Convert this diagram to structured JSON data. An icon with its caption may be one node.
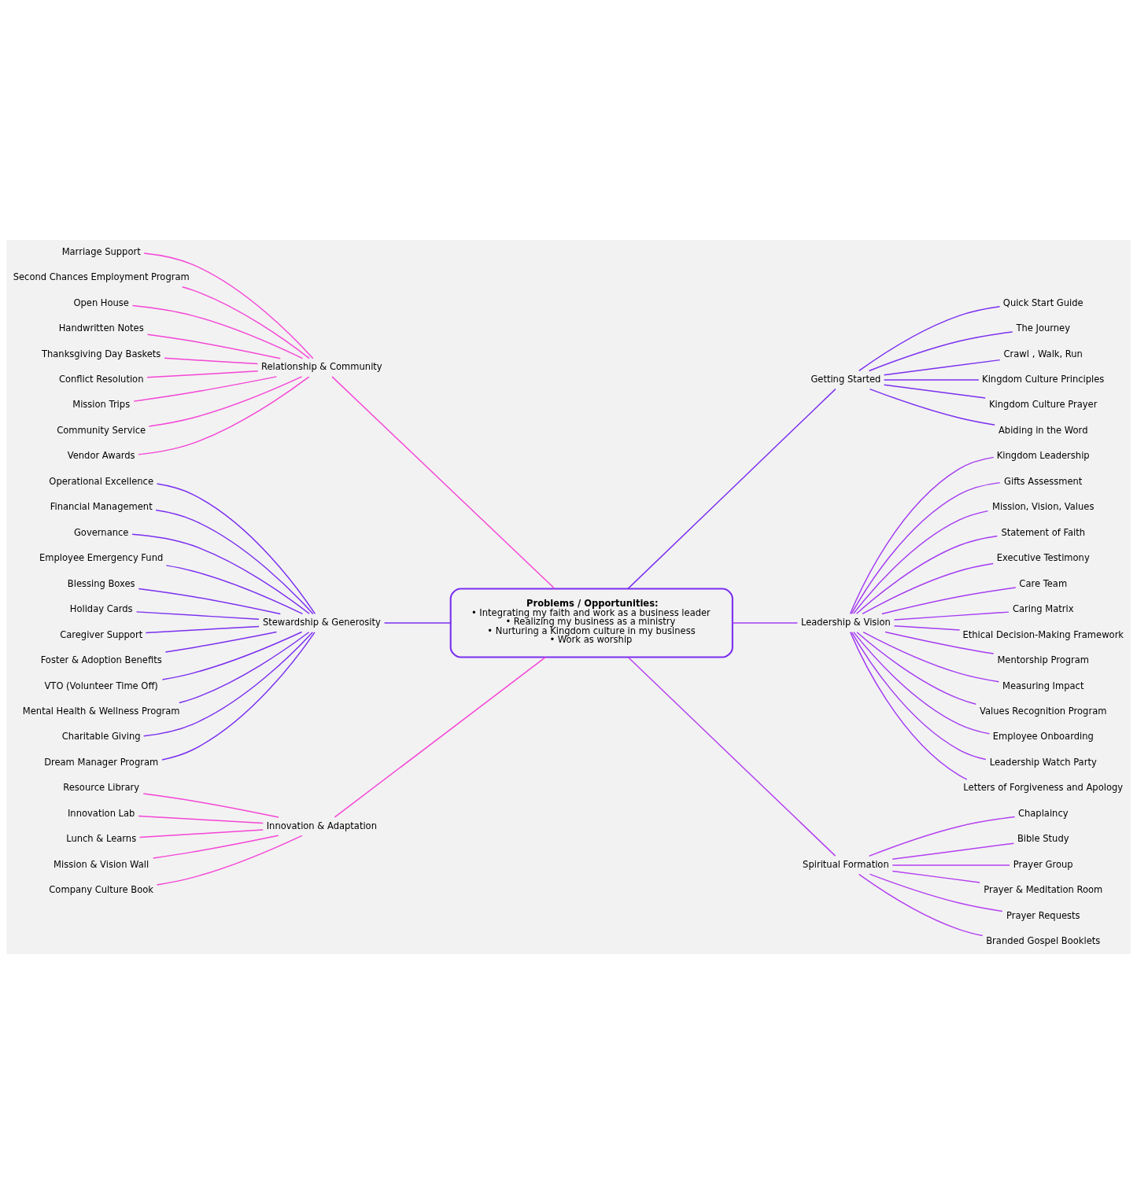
{
  "diagram": {
    "nodes": [
      {
        "text": [
          "Problems / Opportunities:",
          "• Integrating my faith and work as a business leader",
          "• Realizing my business as a ministry",
          "• Nurturing a Kingdom culture in my business",
          "• Work as worship"
        ]
      },
      {
        "text": [
          "Relationship & Community"
        ]
      },
      {
        "text": [
          "Marriage Support"
        ]
      },
      {
        "text": [
          "Second Chances Employment Program"
        ]
      },
      {
        "text": [
          "Open House"
        ]
      },
      {
        "text": [
          "Handwritten Notes"
        ]
      },
      {
        "text": [
          "Thanksgiving Day Baskets"
        ]
      },
      {
        "text": [
          "Conflict Resolution"
        ]
      },
      {
        "text": [
          "Mission Trips"
        ]
      },
      {
        "text": [
          "Community Service"
        ]
      },
      {
        "text": [
          "Vendor Awards"
        ]
      },
      {
        "text": [
          "Stewardship & Generosity"
        ]
      },
      {
        "text": [
          "Operational Excellence"
        ]
      },
      {
        "text": [
          "Financial Management"
        ]
      },
      {
        "text": [
          "Governance"
        ]
      },
      {
        "text": [
          "Employee Emergency Fund"
        ]
      },
      {
        "text": [
          "Blessing Boxes"
        ]
      },
      {
        "text": [
          "Holiday Cards"
        ]
      },
      {
        "text": [
          "Caregiver Support"
        ]
      },
      {
        "text": [
          "Foster & Adoption Benefits"
        ]
      },
      {
        "text": [
          "VTO (Volunteer Time Off)"
        ]
      },
      {
        "text": [
          "Mental Health & Wellness Program"
        ]
      },
      {
        "text": [
          "Charitable Giving"
        ]
      },
      {
        "text": [
          "Dream Manager Program"
        ]
      },
      {
        "text": [
          "Innovation & Adaptation"
        ]
      },
      {
        "text": [
          "Resource Library"
        ]
      },
      {
        "text": [
          "Innovation Lab"
        ]
      },
      {
        "text": [
          "Lunch & Learns"
        ]
      },
      {
        "text": [
          "Mission & Vision Wall"
        ]
      },
      {
        "text": [
          "Company Culture Book"
        ]
      },
      {
        "text": [
          "Getting Started"
        ]
      },
      {
        "text": [
          "Quick Start Guide"
        ]
      },
      {
        "text": [
          "The Journey"
        ]
      },
      {
        "text": [
          "Crawl , Walk, Run"
        ]
      },
      {
        "text": [
          "Kingdom Culture Principles"
        ]
      },
      {
        "text": [
          "Kingdom Culture Prayer"
        ]
      },
      {
        "text": [
          "Abiding in the Word"
        ]
      },
      {
        "text": [
          "Leadership & Vision"
        ]
      },
      {
        "text": [
          "Kingdom Leadership"
        ]
      },
      {
        "text": [
          "Gifts Assessment"
        ]
      },
      {
        "text": [
          "Mission, Vision, Values"
        ]
      },
      {
        "text": [
          "Statement of Faith"
        ]
      },
      {
        "text": [
          "Executive Testimony"
        ]
      },
      {
        "text": [
          "Care Team"
        ]
      },
      {
        "text": [
          "Caring Matrix"
        ]
      },
      {
        "text": [
          "Ethical Decision-Making Framework"
        ]
      },
      {
        "text": [
          "Mentorship Program"
        ]
      },
      {
        "text": [
          "Measuring Impact"
        ]
      },
      {
        "text": [
          "Values Recognition Program"
        ]
      },
      {
        "text": [
          "Employee Onboarding"
        ]
      },
      {
        "text": [
          "Leadership Watch Party"
        ]
      },
      {
        "text": [
          "Letters of Forgiveness and Apology"
        ]
      },
      {
        "text": [
          "Spiritual Formation"
        ]
      },
      {
        "text": [
          "Chaplaincy"
        ]
      },
      {
        "text": [
          "Bible Study"
        ]
      },
      {
        "text": [
          "Prayer Group"
        ]
      },
      {
        "text": [
          "Prayer & Meditation Room"
        ]
      },
      {
        "text": [
          "Prayer Requests"
        ]
      },
      {
        "text": [
          "Branded Gospel Booklets"
        ]
      }
    ],
    "edges": [
      {
        "from": 0,
        "to": 1,
        "arrow": "none",
        "color": "#f545d6"
      },
      {
        "from": 1,
        "to": 2,
        "arrow": "none",
        "color": "#f545d6"
      },
      {
        "from": 1,
        "to": 3,
        "arrow": "none",
        "color": "#f545d6"
      },
      {
        "from": 1,
        "to": 4,
        "arrow": "none",
        "color": "#f545d6"
      },
      {
        "from": 1,
        "to": 5,
        "arrow": "none",
        "color": "#f545d6"
      },
      {
        "from": 1,
        "to": 6,
        "arrow": "none",
        "color": "#f545d6"
      },
      {
        "from": 1,
        "to": 7,
        "arrow": "none",
        "color": "#f545d6"
      },
      {
        "from": 1,
        "to": 8,
        "arrow": "none",
        "color": "#f545d6"
      },
      {
        "from": 1,
        "to": 9,
        "arrow": "none",
        "color": "#f545d6"
      },
      {
        "from": 1,
        "to": 10,
        "arrow": "none",
        "color": "#f545d6"
      },
      {
        "from": 0,
        "to": 11,
        "arrow": "none",
        "color": "#7b2ff0"
      },
      {
        "from": 11,
        "to": 12,
        "arrow": "none",
        "color": "#7b2ff0"
      },
      {
        "from": 11,
        "to": 13,
        "arrow": "none",
        "color": "#7b2ff0"
      },
      {
        "from": 11,
        "to": 14,
        "arrow": "none",
        "color": "#7b2ff0"
      },
      {
        "from": 11,
        "to": 15,
        "arrow": "none",
        "color": "#7b2ff0"
      },
      {
        "from": 11,
        "to": 16,
        "arrow": "none",
        "color": "#7b2ff0"
      },
      {
        "from": 11,
        "to": 17,
        "arrow": "none",
        "color": "#7b2ff0"
      },
      {
        "from": 11,
        "to": 18,
        "arrow": "none",
        "color": "#7b2ff0"
      },
      {
        "from": 11,
        "to": 19,
        "arrow": "none",
        "color": "#7b2ff0"
      },
      {
        "from": 11,
        "to": 20,
        "arrow": "none",
        "color": "#7b2ff0"
      },
      {
        "from": 11,
        "to": 21,
        "arrow": "none",
        "color": "#7b2ff0"
      },
      {
        "from": 11,
        "to": 22,
        "arrow": "none",
        "color": "#7b2ff0"
      },
      {
        "from": 11,
        "to": 23,
        "arrow": "none",
        "color": "#7b2ff0"
      },
      {
        "from": 0,
        "to": 24,
        "arrow": "none",
        "color": "#f545d6"
      },
      {
        "from": 24,
        "to": 25,
        "arrow": "none",
        "color": "#f545d6"
      },
      {
        "from": 24,
        "to": 26,
        "arrow": "none",
        "color": "#f545d6"
      },
      {
        "from": 24,
        "to": 27,
        "arrow": "none",
        "color": "#f545d6"
      },
      {
        "from": 24,
        "to": 28,
        "arrow": "none",
        "color": "#f545d6"
      },
      {
        "from": 24,
        "to": 29,
        "arrow": "none",
        "color": "#f545d6"
      },
      {
        "from": 0,
        "to": 30,
        "arrow": "none",
        "color": "#7b2ff0"
      },
      {
        "from": 30,
        "to": 31,
        "arrow": "none",
        "color": "#7b2ff0"
      },
      {
        "from": 30,
        "to": 32,
        "arrow": "none",
        "color": "#7b2ff0"
      },
      {
        "from": 30,
        "to": 33,
        "arrow": "none",
        "color": "#7b2ff0"
      },
      {
        "from": 30,
        "to": 34,
        "arrow": "none",
        "color": "#7b2ff0"
      },
      {
        "from": 30,
        "to": 35,
        "arrow": "none",
        "color": "#7b2ff0"
      },
      {
        "from": 30,
        "to": 36,
        "arrow": "none",
        "color": "#7b2ff0"
      },
      {
        "from": 0,
        "to": 37,
        "arrow": "none",
        "color": "#a43cf2"
      },
      {
        "from": 37,
        "to": 38,
        "arrow": "none",
        "color": "#a43cf2"
      },
      {
        "from": 37,
        "to": 39,
        "arrow": "none",
        "color": "#a43cf2"
      },
      {
        "from": 37,
        "to": 40,
        "arrow": "none",
        "color": "#a43cf2"
      },
      {
        "from": 37,
        "to": 41,
        "arrow": "none",
        "color": "#a43cf2"
      },
      {
        "from": 37,
        "to": 42,
        "arrow": "none",
        "color": "#a43cf2"
      },
      {
        "from": 37,
        "to": 43,
        "arrow": "none",
        "color": "#a43cf2"
      },
      {
        "from": 37,
        "to": 44,
        "arrow": "none",
        "color": "#a43cf2"
      },
      {
        "from": 37,
        "to": 45,
        "arrow": "none",
        "color": "#a43cf2"
      },
      {
        "from": 37,
        "to": 46,
        "arrow": "none",
        "color": "#a43cf2"
      },
      {
        "from": 37,
        "to": 47,
        "arrow": "none",
        "color": "#a43cf2"
      },
      {
        "from": 37,
        "to": 48,
        "arrow": "none",
        "color": "#a43cf2"
      },
      {
        "from": 37,
        "to": 49,
        "arrow": "none",
        "color": "#a43cf2"
      },
      {
        "from": 37,
        "to": 50,
        "arrow": "none",
        "color": "#a43cf2"
      },
      {
        "from": 37,
        "to": 51,
        "arrow": "none",
        "color": "#a43cf2"
      },
      {
        "from": 0,
        "to": 52,
        "arrow": "none",
        "color": "#b440f0"
      },
      {
        "from": 52,
        "to": 53,
        "arrow": "none",
        "color": "#b440f0"
      },
      {
        "from": 52,
        "to": 54,
        "arrow": "none",
        "color": "#b440f0"
      },
      {
        "from": 52,
        "to": 55,
        "arrow": "none",
        "color": "#b440f0"
      },
      {
        "from": 52,
        "to": 56,
        "arrow": "none",
        "color": "#b440f0"
      },
      {
        "from": 52,
        "to": 57,
        "arrow": "none",
        "color": "#b440f0"
      },
      {
        "from": 52,
        "to": 58,
        "arrow": "none",
        "color": "#b440f0"
      }
    ]
  }
}
